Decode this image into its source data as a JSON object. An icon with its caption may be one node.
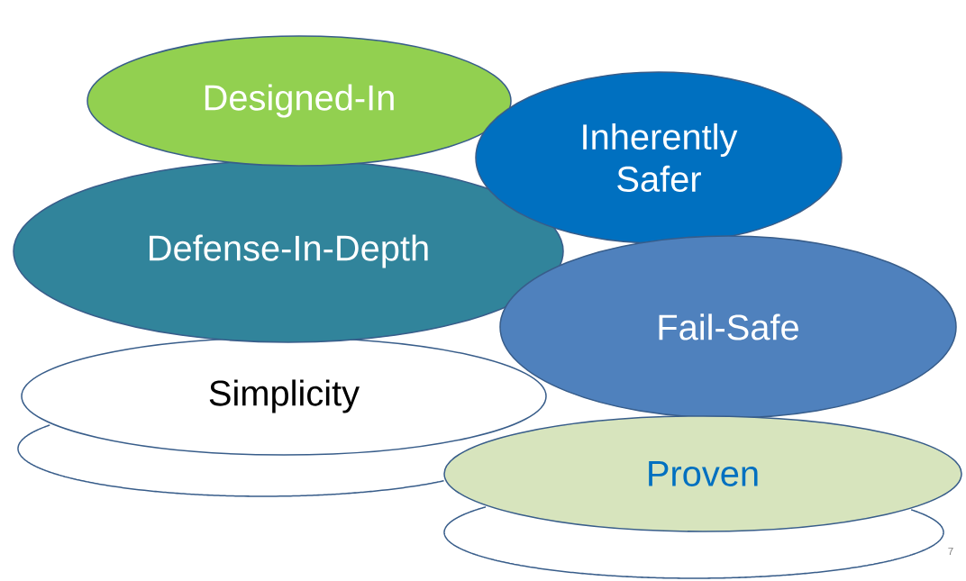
{
  "diagram": {
    "nodes": [
      {
        "text": [
          "Designed-In"
        ]
      },
      {
        "text": [
          "Inherently Safer"
        ]
      },
      {
        "text": [
          "Defense-In-Depth"
        ]
      },
      {
        "text": [
          "Fail-Safe"
        ]
      },
      {
        "text": [
          "Simplicity"
        ]
      },
      {
        "text": [],
        "shape": "ellipse"
      },
      {
        "text": [
          "Proven"
        ]
      },
      {
        "text": [],
        "shape": "ellipse"
      }
    ],
    "labels": [
      "7"
    ]
  }
}
